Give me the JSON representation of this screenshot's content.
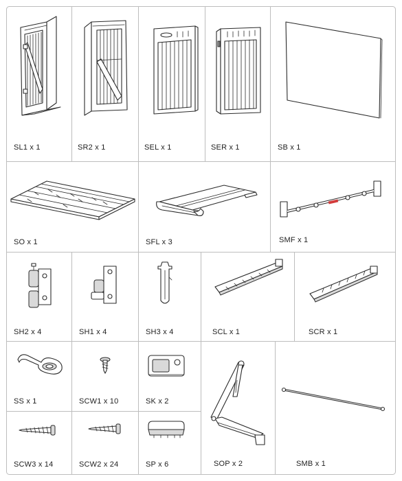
{
  "parts": {
    "sl1": "SL1 x 1",
    "sr2": "SR2 x 1",
    "sel": "SEL x 1",
    "ser": "SER x 1",
    "sb": "SB x 1",
    "so": "SO x 1",
    "sfl": "SFL x 3",
    "smf": "SMF x 1",
    "sh2": "SH2 x 4",
    "sh1": "SH1 x 4",
    "sh3": "SH3 x 4",
    "scl": "SCL x 1",
    "scr": "SCR x 1",
    "ss": "SS x 1",
    "scw1": "SCW1 x 10",
    "sk": "SK x 2",
    "scw3": "SCW3 x 14",
    "scw2": "SCW2 x 24",
    "sp": "SP x 6",
    "sop": "SOP x 2",
    "smb": "SMB x 1"
  },
  "colors": {
    "line": "#2a2a2a",
    "grid": "#bdbdbd",
    "accent": "#d33c3c"
  },
  "icons": {
    "sl1": "door-panel-left-icon",
    "sr2": "door-panel-right-icon",
    "sel": "end-panel-left-icon",
    "ser": "end-panel-right-icon",
    "sb": "back-panel-icon",
    "so": "floor-panel-icon",
    "sfl": "floor-slat-icon",
    "smf": "middle-frame-bar-icon",
    "sh2": "hinge-icon",
    "sh1": "hinge-icon",
    "sh3": "hinge-pin-icon",
    "scl": "connector-left-icon",
    "scr": "connector-right-icon",
    "ss": "strap-icon",
    "scw1": "screw-icon",
    "sk": "latch-plate-icon",
    "scw3": "screw-icon",
    "scw2": "screw-icon",
    "sp": "clip-icon",
    "sop": "lid-support-arm-icon",
    "smb": "metal-bar-icon"
  }
}
